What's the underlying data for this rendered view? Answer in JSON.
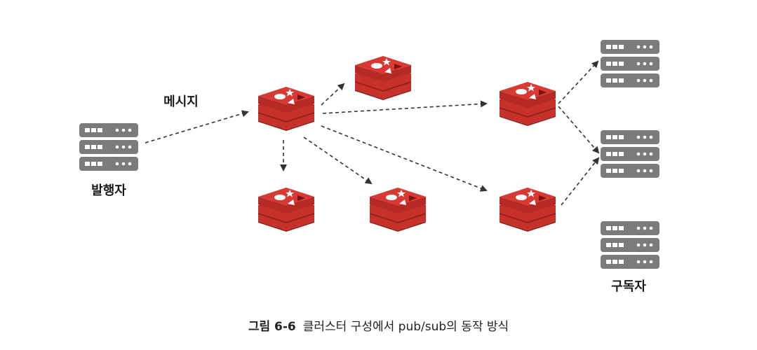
{
  "labels": {
    "message": "메시지",
    "publisher": "발행자",
    "subscriber": "구독자"
  },
  "caption": {
    "figure_number": "그림 6-6",
    "text": "클러스터 구성에서 pub/sub의 동작 방식"
  },
  "colors": {
    "redis_red": "#c8302a",
    "redis_dark": "#96211c",
    "server_gray": "#7b7b7b",
    "arrow": "#333333"
  }
}
